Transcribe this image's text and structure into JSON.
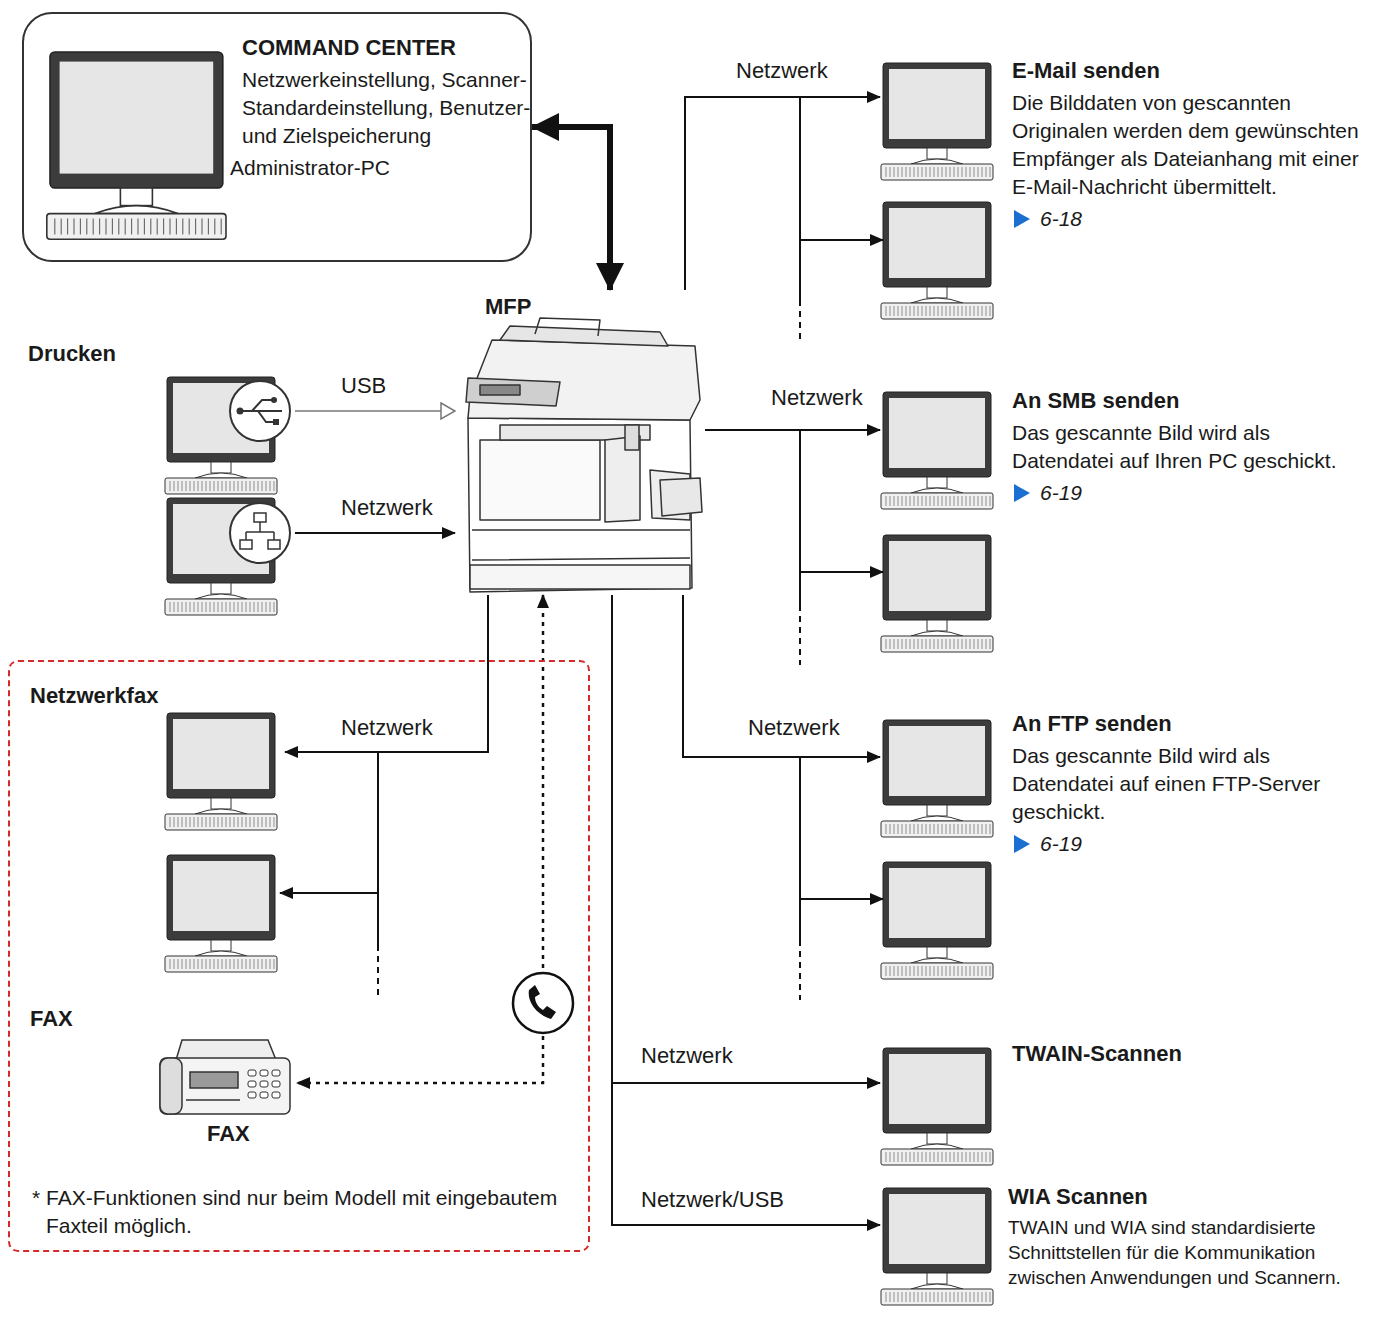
{
  "diagram": {
    "nodes": [
      {
        "text": [
          "COMMAND CENTER",
          "Netzwerkeinstellung, Scanner-Standardeinstellung, Benutzer- und Zielspeicherung",
          "Administrator-PC"
        ]
      },
      {
        "text": [
          "MFP"
        ]
      },
      {
        "text": [
          "Drucken"
        ]
      },
      {
        "text": [
          "* FAX-Funktionen sind nur beim Modell mit eingebautem Faxteil möglich."
        ]
      },
      {
        "text": [
          "Netzwerkfax"
        ],
        "in": 3
      },
      {
        "text": [
          "FAX",
          "FAX"
        ],
        "in": 3
      },
      {
        "text": [
          "E-Mail senden",
          "Die Bilddaten von gescannten Originalen werden dem gewünschten Empfänger als Dateianhang mit einer E-Mail-Nachricht übermittelt.",
          "6-18"
        ]
      },
      {
        "text": [
          "An SMB senden",
          "Das gescannte Bild wird als Datendatei auf Ihren PC geschickt.",
          "6-19"
        ]
      },
      {
        "text": [
          "An FTP senden",
          "Das gescannte Bild wird als Datendatei auf einen FTP-Server geschickt.",
          "6-19"
        ]
      },
      {
        "text": [
          "TWAIN-Scannen"
        ]
      },
      {
        "text": [
          "WIA Scannen",
          "TWAIN und WIA sind standardisierte Schnittstellen für die Kommunikation zwischen Anwendungen und Scannern."
        ]
      }
    ],
    "edges": [
      {
        "from": 0,
        "to": 1,
        "arrow": "both"
      },
      {
        "from": 2,
        "to": 1,
        "label": "USB",
        "arrow": "to"
      },
      {
        "from": 2,
        "to": 1,
        "label": "Netzwerk",
        "arrow": "to"
      },
      {
        "from": 1,
        "to": 4,
        "label": "Netzwerk",
        "arrow": "to"
      },
      {
        "from": 1,
        "to": 5,
        "arrow": "both"
      },
      {
        "from": 1,
        "to": 6,
        "label": "Netzwerk",
        "arrow": "to"
      },
      {
        "from": 1,
        "to": 7,
        "label": "Netzwerk",
        "arrow": "to"
      },
      {
        "from": 1,
        "to": 8,
        "label": "Netzwerk",
        "arrow": "to"
      },
      {
        "from": 1,
        "to": 9,
        "label": "Netzwerk",
        "arrow": "to"
      },
      {
        "from": 1,
        "to": 10,
        "label": "Netzwerk/USB",
        "arrow": "to"
      }
    ]
  }
}
